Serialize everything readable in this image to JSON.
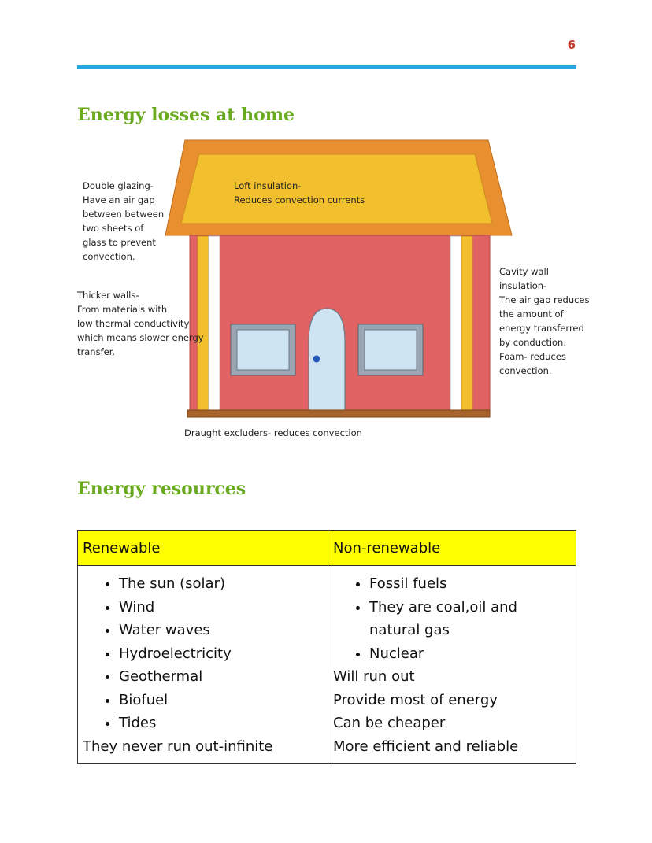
{
  "page_number": "6",
  "section_losses": {
    "title": "Energy losses at home",
    "labels": {
      "double_glazing": "Double glazing-\nHave an air gap\nbetween between\ntwo sheets of\nglass to prevent\nconvection.",
      "loft": "Loft insulation-\nReduces convection currents",
      "thicker_walls": "Thicker walls-\nFrom materials with\nlow thermal conductivity\nwhich means slower energy\ntransfer.",
      "cavity": "Cavity wall\ninsulation-\nThe air gap reduces\nthe amount of\nenergy transferred\nby conduction.\nFoam- reduces\nconvection.",
      "draught": "Draught excluders- reduces convection"
    }
  },
  "section_resources": {
    "title": "Energy resources",
    "headers": [
      "Renewable",
      "Non-renewable"
    ],
    "renewable_items": [
      "The sun (solar)",
      "Wind",
      "Water waves",
      "Hydroelectricity",
      "Geothermal",
      "Biofuel",
      "Tides"
    ],
    "renewable_note": "They never run out-infinite",
    "nonrenewable_items": [
      "Fossil fuels",
      "They are coal,oil and natural gas",
      "Nuclear"
    ],
    "nonrenewable_notes": [
      "Will run out",
      "Provide most of energy",
      "Can be cheaper",
      "More efficient and reliable"
    ]
  }
}
